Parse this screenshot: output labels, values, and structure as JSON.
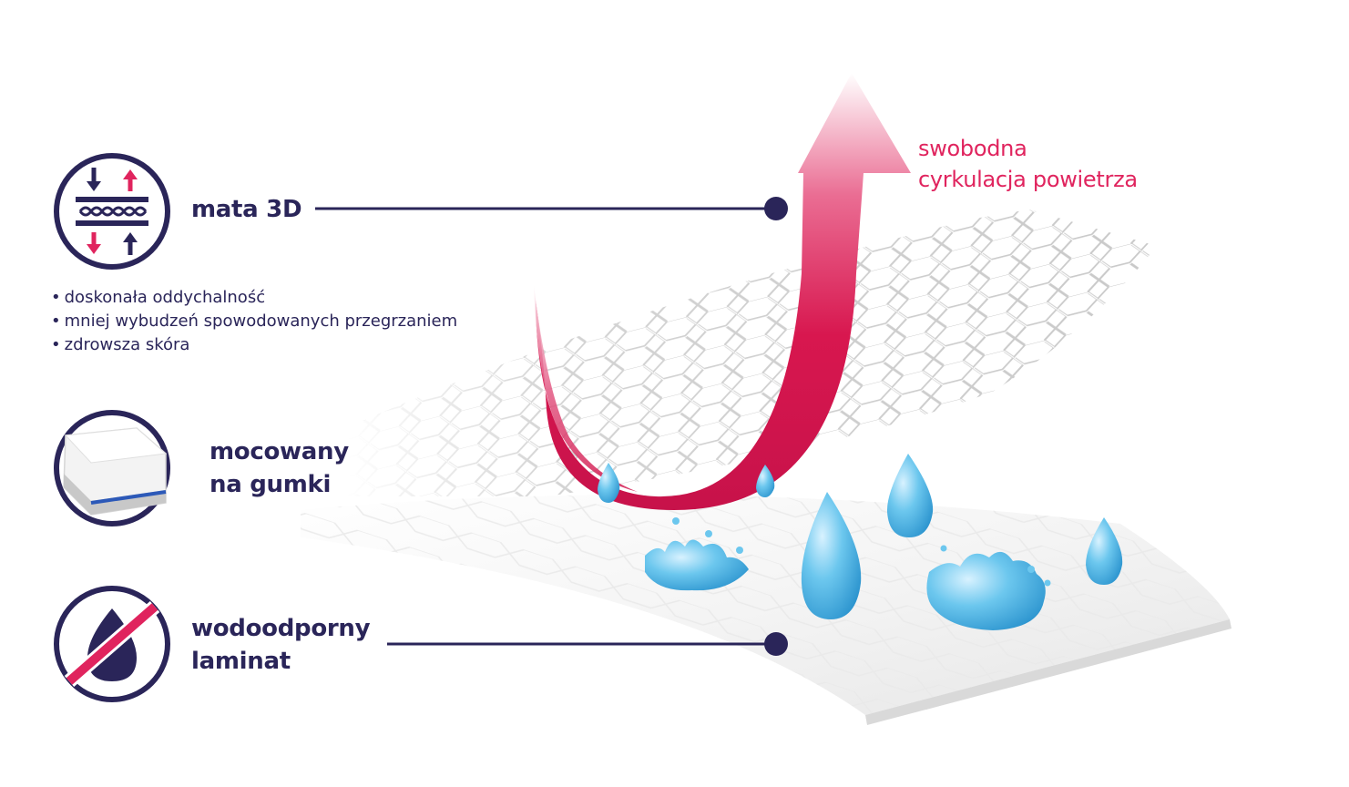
{
  "features": {
    "mata3d": {
      "label": "mata 3D",
      "icon": "layers-airflow-icon",
      "benefits": [
        "doskonała oddychalność",
        "mniej wybudzeń spowodowanych przegrzaniem",
        "zdrowsza skóra"
      ]
    },
    "elastic": {
      "label_line1": "mocowany",
      "label_line2": "na gumki",
      "icon": "mattress-protector-icon"
    },
    "waterproof": {
      "label_line1": "wodoodporny",
      "label_line2": "laminat",
      "icon": "no-water-drop-icon"
    }
  },
  "airflow": {
    "line1": "swobodna",
    "line2": "cyrkulacja powietrza"
  },
  "colors": {
    "navy": "#2a2559",
    "accent_pink": "#e0245e",
    "water_blue": "#5bbde6"
  }
}
